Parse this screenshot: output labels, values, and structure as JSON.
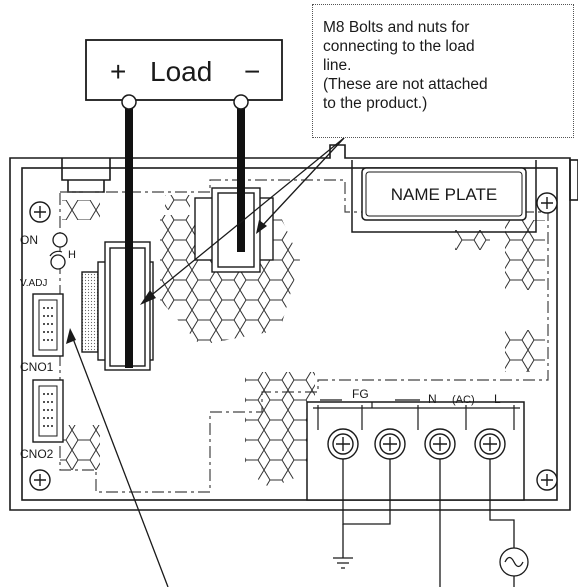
{
  "load": {
    "plus": "+",
    "label": "Load",
    "minus": "−"
  },
  "note": {
    "lines": [
      "M8 Bolts and nuts for",
      "connecting to the load",
      "line.",
      "(These are not attached",
      "to the product.)"
    ]
  },
  "name_plate": "NAME PLATE",
  "indicators": {
    "on": "ON",
    "h": "H",
    "v_adj": "V.ADJ"
  },
  "connectors": {
    "cn01": "CNO1",
    "cn02": "CNO2"
  },
  "terminal_block": {
    "fg": "FG",
    "n": "N",
    "ac": "(AC)",
    "l": "L"
  },
  "colors": {
    "line": "#1a1a1a",
    "wire": "#111111"
  }
}
